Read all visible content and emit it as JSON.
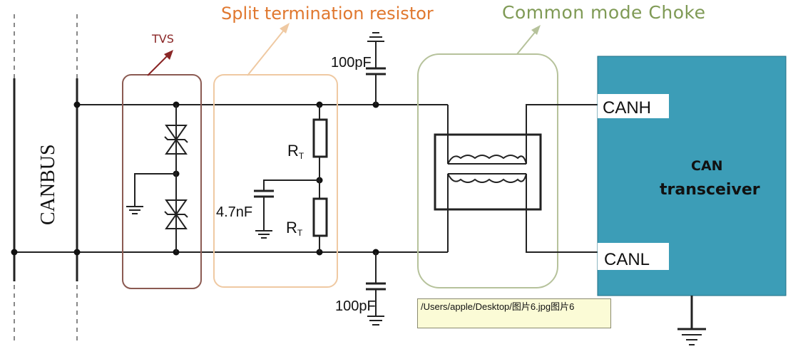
{
  "labels": {
    "tvs": "TVS",
    "split_termination": "Split termination  resistor",
    "common_mode_choke": "Common mode Choke",
    "canbus": "CANBUS",
    "cap_top": "100pF",
    "cap_bottom": "100pF",
    "cap_mid": "4.7nF",
    "resistor_main": "R",
    "resistor_sub": "T",
    "canh": "CANH",
    "canl": "CANL",
    "chip_line1": "CAN",
    "chip_line2": "transceiver"
  },
  "tooltip": {
    "text": "/Users/apple/Desktop/图片6.jpg图片6"
  },
  "colors": {
    "tvs_box": "#8b5a52",
    "split_box": "#efc9a2",
    "choke_box": "#b6c29b",
    "chip_fill": "#3c9db7",
    "tvs_label": "#8a2626",
    "split_label": "#e0782f",
    "choke_label": "#7f9a55"
  }
}
